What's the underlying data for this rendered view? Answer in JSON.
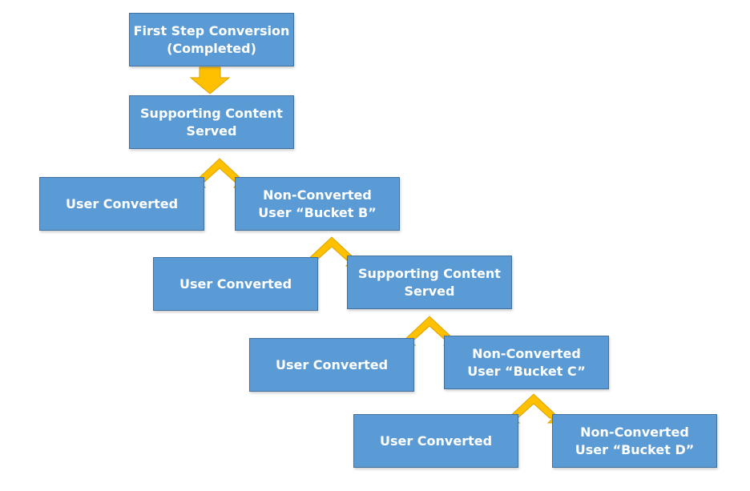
{
  "colors": {
    "box_fill": "#5b9bd5",
    "box_border": "#41719c",
    "box_text": "#ffffff",
    "arrow_fill": "#ffc000",
    "arrow_stroke": "#d9a300"
  },
  "nodes": {
    "first_step": {
      "line1": "First Step Conversion",
      "line2": "(Completed)"
    },
    "supporting_1": {
      "line1": "Supporting Content",
      "line2": "Served"
    },
    "user_converted_1": {
      "label": "User Converted"
    },
    "bucket_b": {
      "line1": "Non-Converted",
      "line2": "User “Bucket B”"
    },
    "user_converted_2": {
      "label": "User Converted"
    },
    "supporting_2": {
      "line1": "Supporting Content",
      "line2": "Served"
    },
    "user_converted_3": {
      "label": "User Converted"
    },
    "bucket_c": {
      "line1": "Non-Converted",
      "line2": "User “Bucket C”"
    },
    "user_converted_4": {
      "label": "User Converted"
    },
    "bucket_d": {
      "line1": "Non-Converted",
      "line2": "User “Bucket D”"
    }
  }
}
